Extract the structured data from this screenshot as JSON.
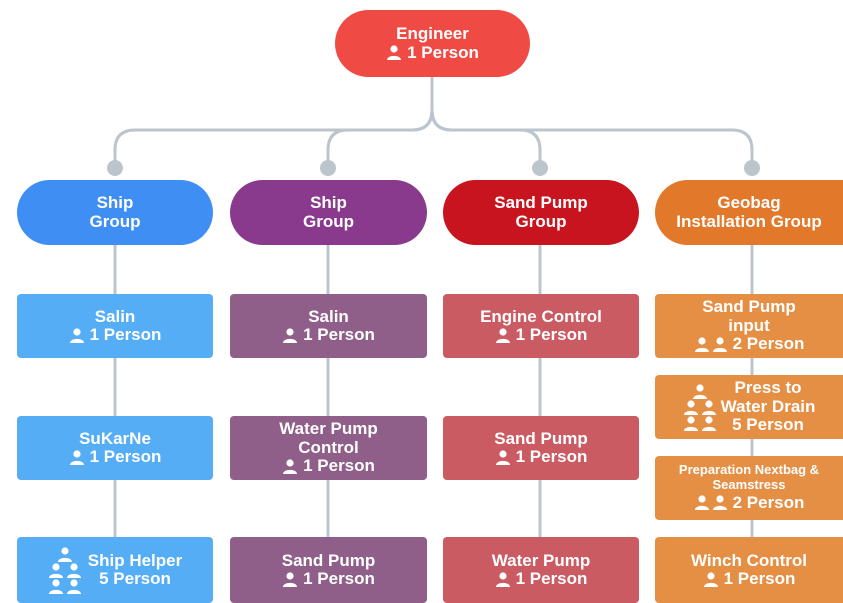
{
  "colors": {
    "connector": "#bcc4cc",
    "red": "#f04a45",
    "blue": "#3f8ef4",
    "light_blue": "#55aef5",
    "purple": "#8a3a8c",
    "mauve": "#8f5f8a",
    "crimson": "#c8141e",
    "rose": "#cb5b63",
    "orange": "#e2782a",
    "light_orange": "#e58f45"
  },
  "root": {
    "title": "Engineer",
    "count": "1 Person",
    "icon": "person-icon"
  },
  "groups": [
    {
      "title_lines": [
        "Ship",
        "Group"
      ]
    },
    {
      "title_lines": [
        "Ship",
        "Group"
      ]
    },
    {
      "title_lines": [
        "Sand Pump",
        "Group"
      ]
    },
    {
      "title_lines": [
        "Geobag",
        "Installation Group"
      ]
    }
  ],
  "roles": {
    "ship1": [
      {
        "title_lines": [
          "Salin"
        ],
        "count": "1 Person",
        "persons": 1
      },
      {
        "title_lines": [
          "SuKarNe"
        ],
        "count": "1 Person",
        "persons": 1
      },
      {
        "title_lines": [
          "Ship Helper"
        ],
        "count": "5 Person",
        "persons": 5
      }
    ],
    "ship2": [
      {
        "title_lines": [
          "Salin"
        ],
        "count": "1 Person",
        "persons": 1
      },
      {
        "title_lines": [
          "Water Pump",
          "Control"
        ],
        "count": "1 Person",
        "persons": 1
      },
      {
        "title_lines": [
          "Sand Pump"
        ],
        "count": "1 Person",
        "persons": 1
      }
    ],
    "sandpump": [
      {
        "title_lines": [
          "Engine Control"
        ],
        "count": "1 Person",
        "persons": 1
      },
      {
        "title_lines": [
          "Sand Pump"
        ],
        "count": "1 Person",
        "persons": 1
      },
      {
        "title_lines": [
          "Water Pump"
        ],
        "count": "1 Person",
        "persons": 1
      }
    ],
    "geobag": [
      {
        "title_lines": [
          "Sand Pump",
          "input"
        ],
        "count": "2 Person",
        "persons": 2
      },
      {
        "title_lines": [
          "Press to",
          "Water Drain"
        ],
        "count": "5 Person",
        "persons": 5
      },
      {
        "title_lines": [
          "Preparation Nextbag &",
          "Seamstress"
        ],
        "count": "2 Person",
        "persons": 2
      },
      {
        "title_lines": [
          "Winch Control"
        ],
        "count": "1 Person",
        "persons": 1
      }
    ]
  }
}
